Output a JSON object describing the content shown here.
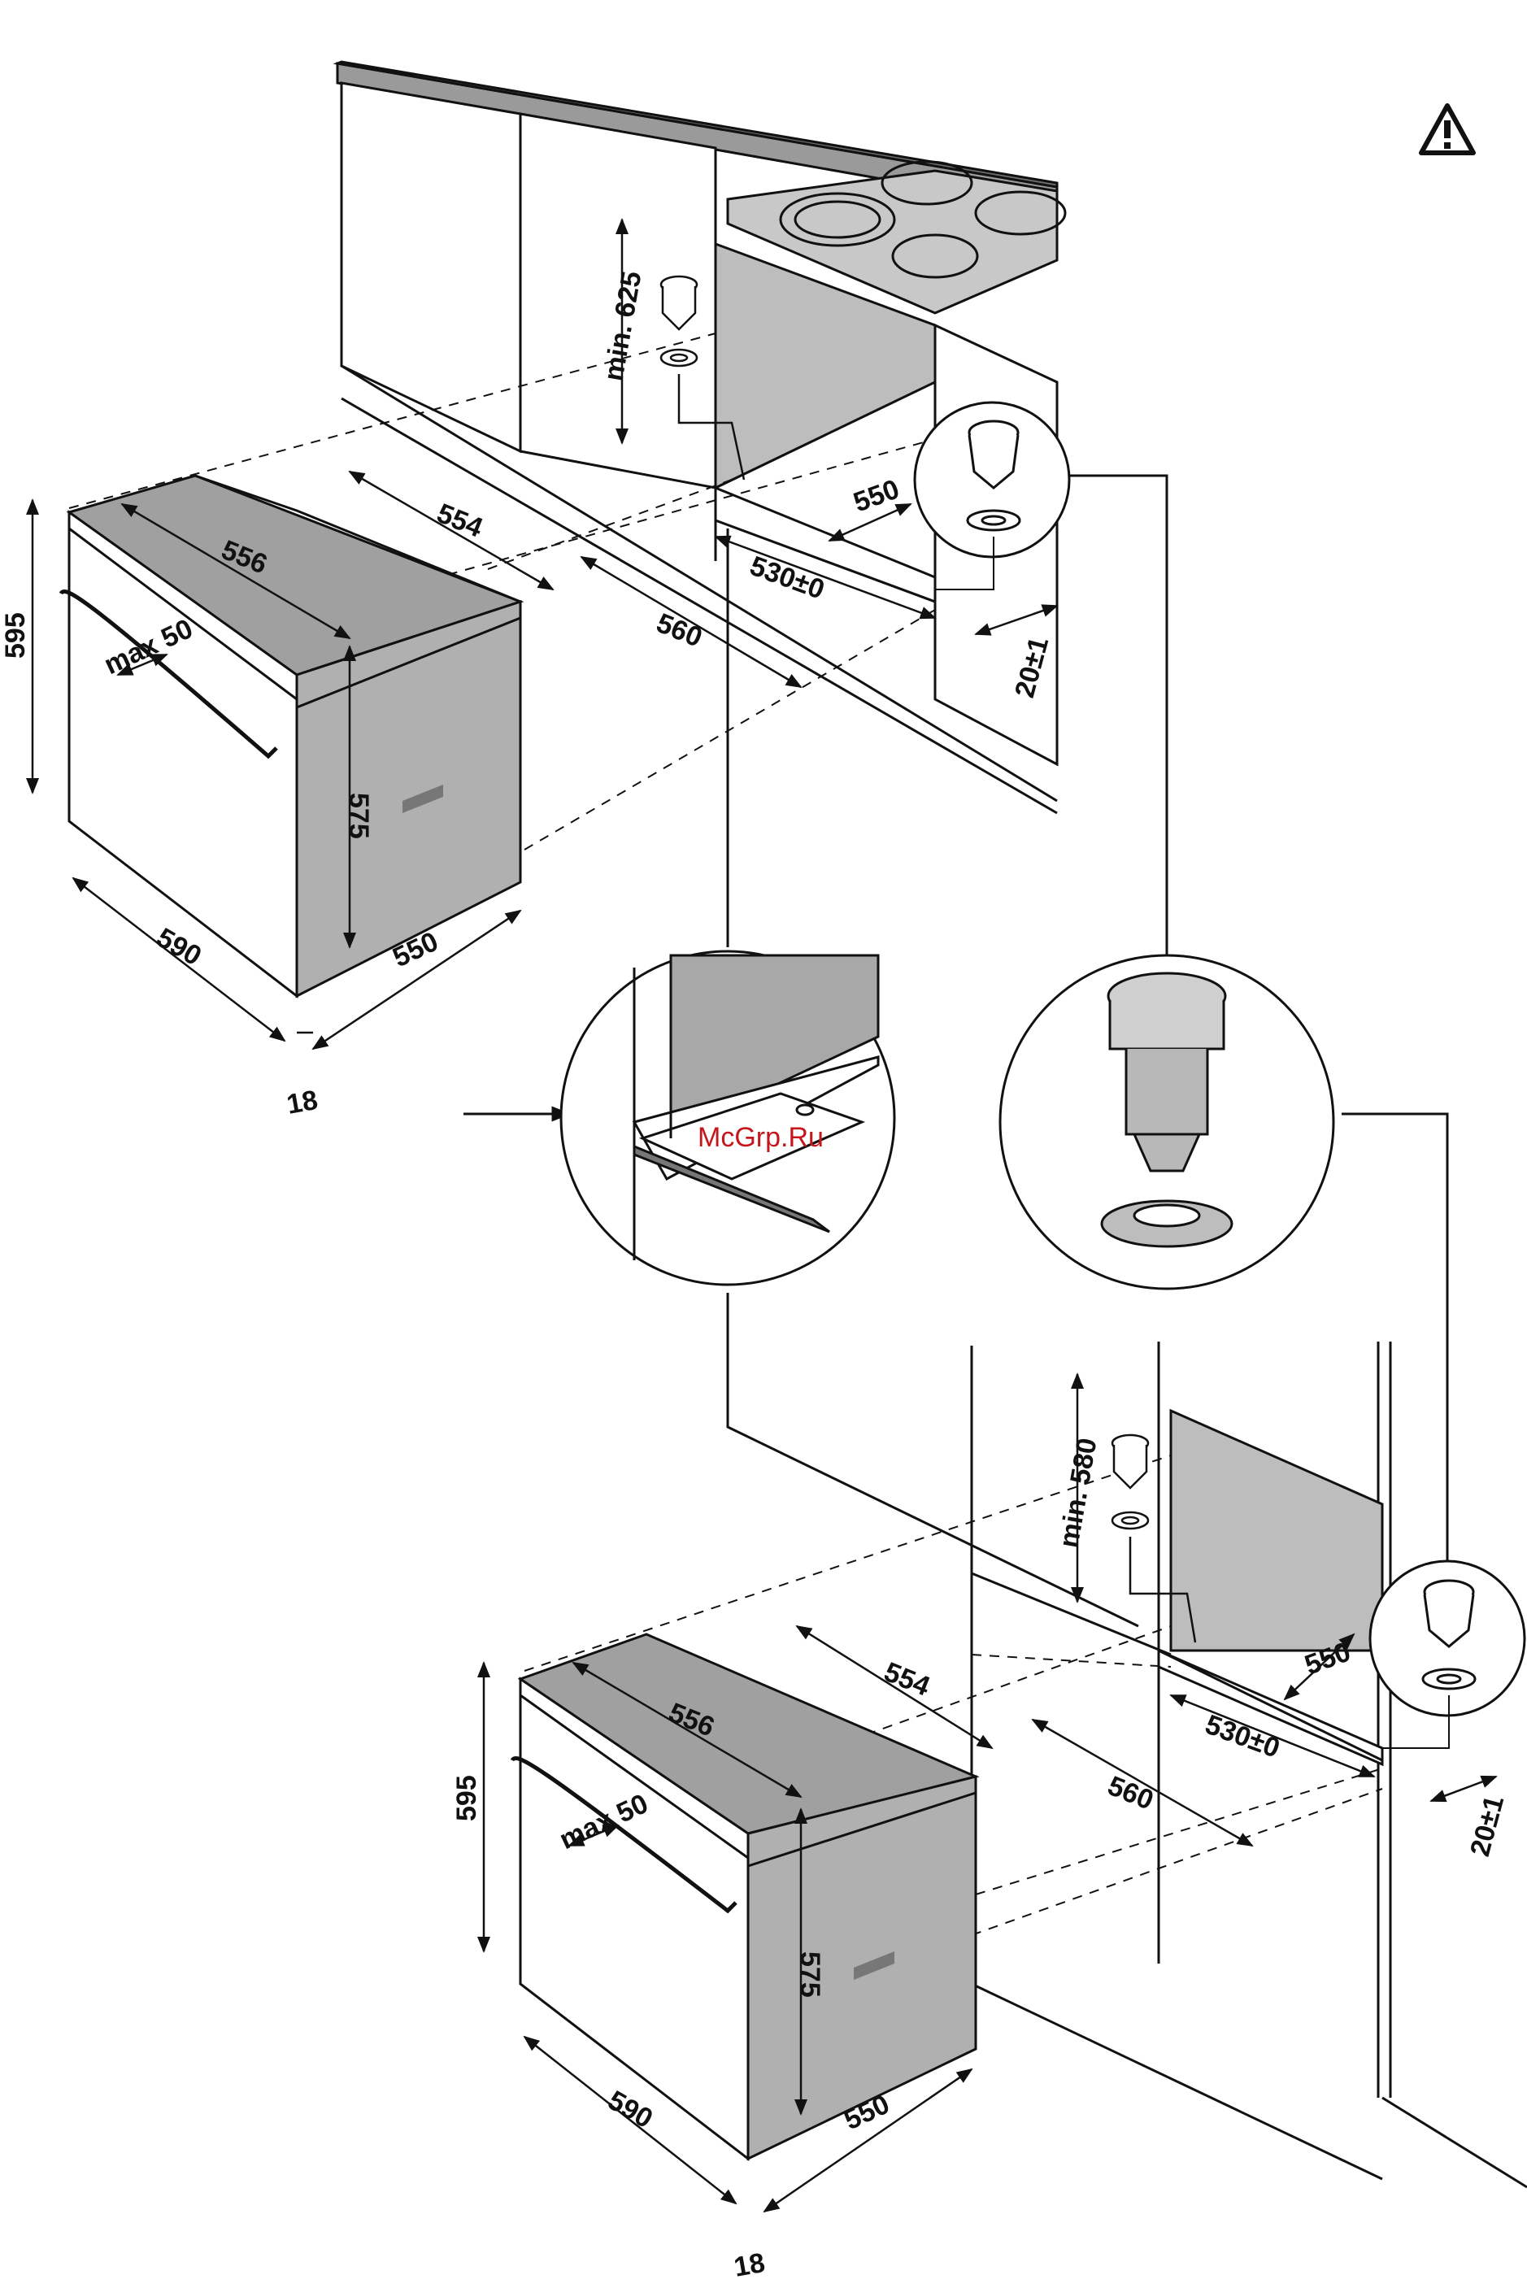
{
  "colors": {
    "counter": "#9a9a9a",
    "hob": "#c8c8c8",
    "oven_top": "#a0a0a0",
    "oven_side": "#b0b0b0",
    "niche": "#bdbdbd",
    "line": "#111111",
    "watermark": "#c4161c"
  },
  "icons": {
    "warning": "warning-triangle-icon"
  },
  "watermark": "McGrp.Ru",
  "top_install": {
    "min_height": "min. 625",
    "niche_depth": "550",
    "niche_width_tol": "530±0",
    "gap": "20±1",
    "opening_width_top": "554",
    "opening_width_bottom": "560",
    "oven_width_top": "556",
    "oven_handle": "max 50",
    "oven_height": "595",
    "oven_inner_height": "575",
    "oven_width": "590",
    "oven_depth": "550",
    "front_thickness": "18"
  },
  "bottom_install": {
    "min_height": "min. 580",
    "niche_depth": "550",
    "niche_width_tol": "530±0",
    "gap": "20±1",
    "opening_width_top": "554",
    "opening_width_bottom": "560",
    "oven_width_top": "556",
    "oven_handle": "max 50",
    "oven_height": "595",
    "oven_inner_height": "575",
    "oven_width": "590",
    "oven_depth": "550",
    "front_thickness": "18"
  }
}
